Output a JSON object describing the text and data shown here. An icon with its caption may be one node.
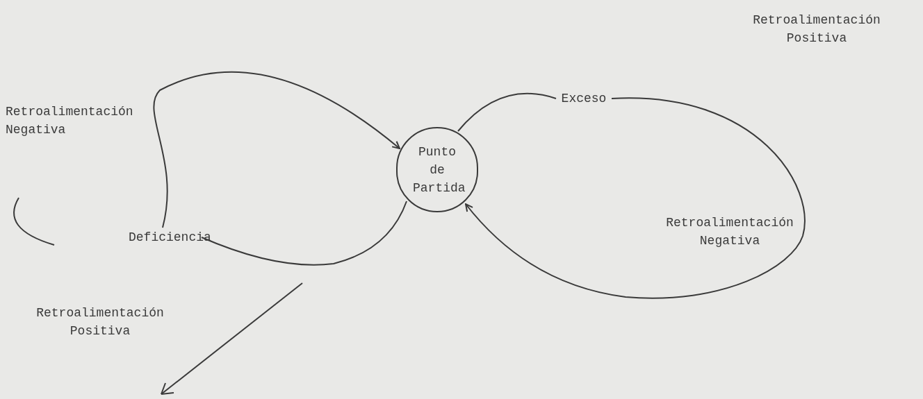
{
  "diagram": {
    "nodes": [
      {
        "text": [
          "Punto de Partida"
        ]
      },
      {
        "text": [
          "Exceso"
        ]
      },
      {
        "text": [
          "Deficiencia"
        ]
      }
    ],
    "edges": [
      {
        "from": 0,
        "to": 2,
        "arrow": "none"
      },
      {
        "from": 2,
        "to": 0,
        "arrow": "to"
      },
      {
        "from": 0,
        "to": 1,
        "arrow": "none"
      },
      {
        "from": 1,
        "to": 0,
        "arrow": "to"
      }
    ],
    "labels": [
      "Retroalimentación Positiva",
      "Retroalimentación Negativa",
      "Retroalimentación Negativa",
      "Retroalimentación Positiva"
    ]
  }
}
